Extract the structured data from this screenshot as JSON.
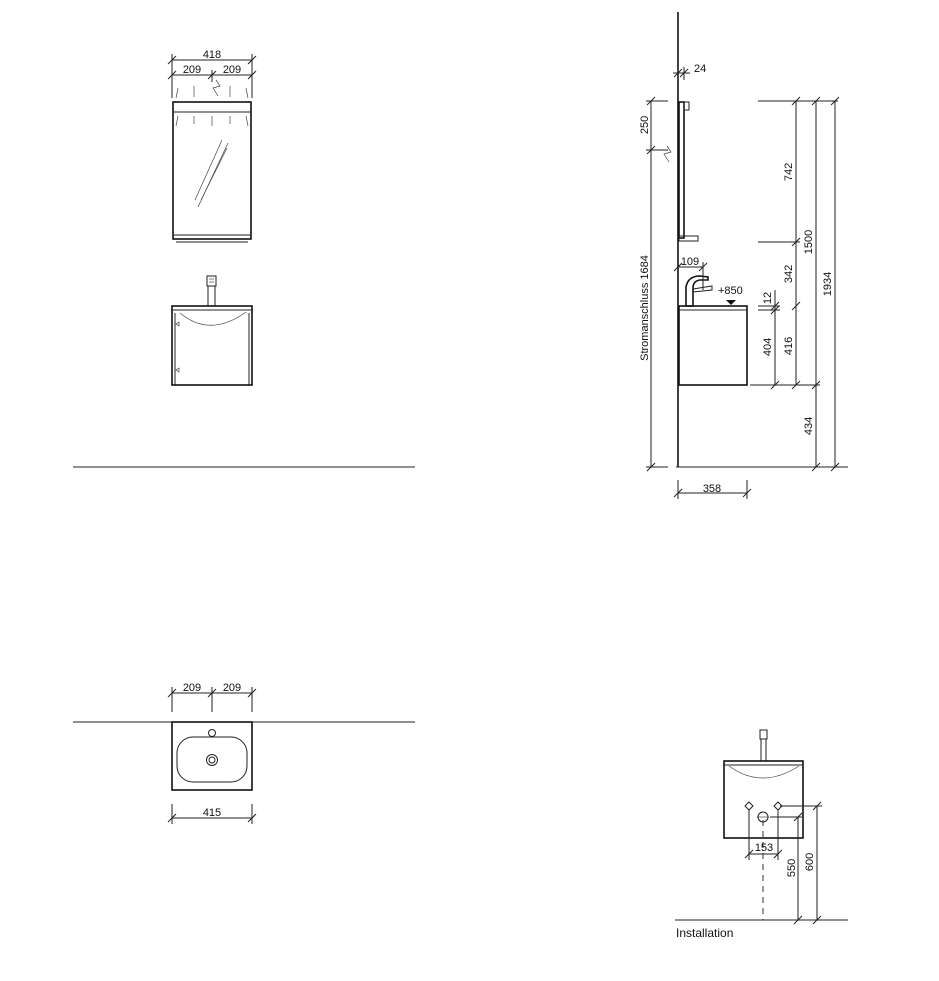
{
  "front_mirror": {
    "overall_width": "418",
    "half_left": "209",
    "half_right": "209"
  },
  "side_view": {
    "mirror_depth": "24",
    "top_offset": "250",
    "mirror_height": "742",
    "total_1500": "1500",
    "total_1934": "1934",
    "cabinet_to_mirror": "342",
    "power_label": "Stromanschluss 1684",
    "tap_offset": "109",
    "basin_height": "+850",
    "basin_thickness": "12",
    "cabinet_404": "404",
    "cabinet_416": "416",
    "floor_gap": "434",
    "depth": "358"
  },
  "top_view": {
    "half_left": "209",
    "half_right": "209",
    "width": "415"
  },
  "installation": {
    "spacing": "153",
    "height_550": "550",
    "height_600": "600",
    "label": "Installation"
  }
}
